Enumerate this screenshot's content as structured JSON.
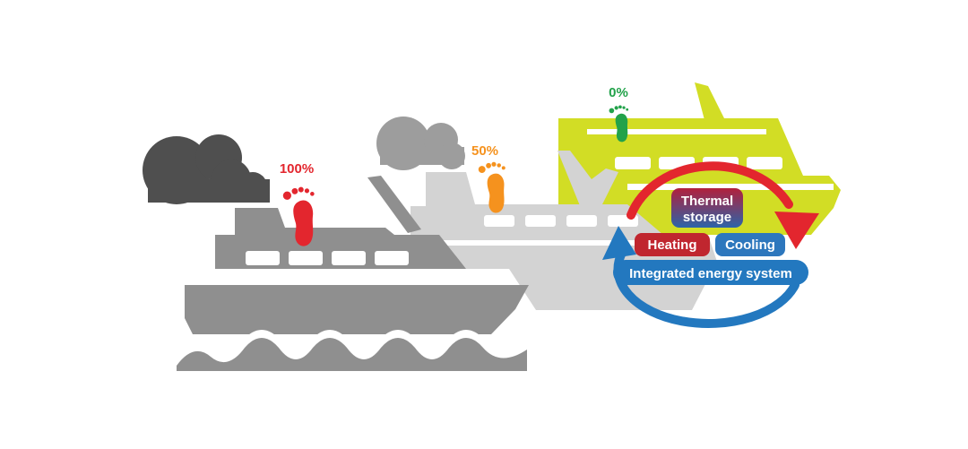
{
  "colors": {
    "ship_front": "#8f8f8f",
    "ship_mid": "#d3d3d3",
    "ship_back": "#d2dd25",
    "smoke_dark": "#4f4f4f",
    "smoke_light": "#9d9d9d",
    "window": "#ffffff",
    "red": "#e3262e",
    "orange": "#f5921e",
    "green": "#22a24a",
    "blue": "#2378bf",
    "heating_bg": "#c0262f",
    "cooling_bg": "#2d77bd",
    "storage_top": "#b2203c",
    "storage_bottom": "#2c64a9"
  },
  "footprints": [
    {
      "label": "100%",
      "color": "red",
      "icon": "footprint-icon"
    },
    {
      "label": "50%",
      "color": "orange",
      "icon": "footprint-icon"
    },
    {
      "label": "0%",
      "color": "green",
      "icon": "footprint-icon"
    }
  ],
  "energy_system": {
    "storage_line1": "Thermal",
    "storage_line2": "storage",
    "heating": "Heating",
    "cooling": "Cooling",
    "system": "Integrated energy system"
  }
}
